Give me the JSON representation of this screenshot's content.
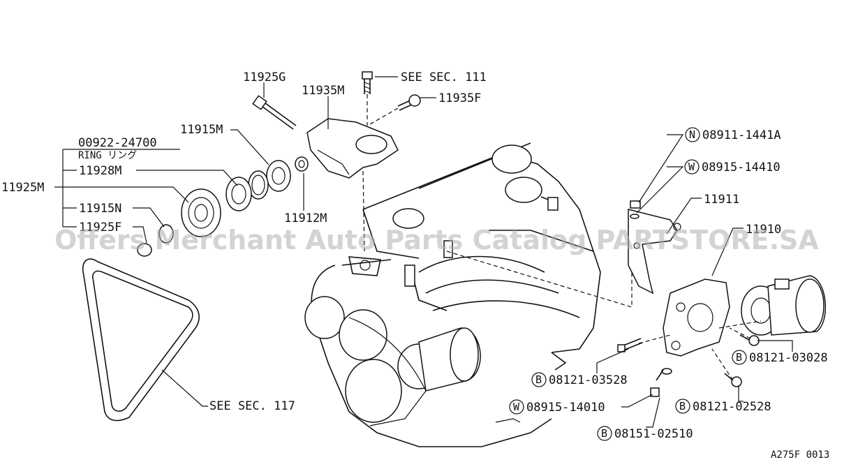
{
  "labels": {
    "p11925G": "11925G",
    "p11935M": "11935M",
    "see111": "SEE SEC. 111",
    "p11935F": "11935F",
    "p11915M_top": "11915M",
    "p00922": "00922-24700",
    "ring": "RING リング",
    "p11928M": "11928M",
    "p11925M": "11925M",
    "p11915N": "11915N",
    "p11925F": "11925F",
    "p11912M": "11912M",
    "n08911": "08911-1441A",
    "w08915_14410": "08915-14410",
    "p11911": "11911",
    "p11910": "11910",
    "b08121_03028": "08121-03028",
    "b08121_03528": "08121-03528",
    "w08915_14010": "08915-14010",
    "b08121_02528": "08121-02528",
    "b08151_02510": "08151-02510",
    "see117": "SEE SEC. 117",
    "figcode": "A275F 0013"
  },
  "circle_letters": {
    "N": "N",
    "W": "W",
    "B": "B"
  },
  "watermark": "Offers Merchant Auto Parts Catalog PARTSTORE.SA"
}
